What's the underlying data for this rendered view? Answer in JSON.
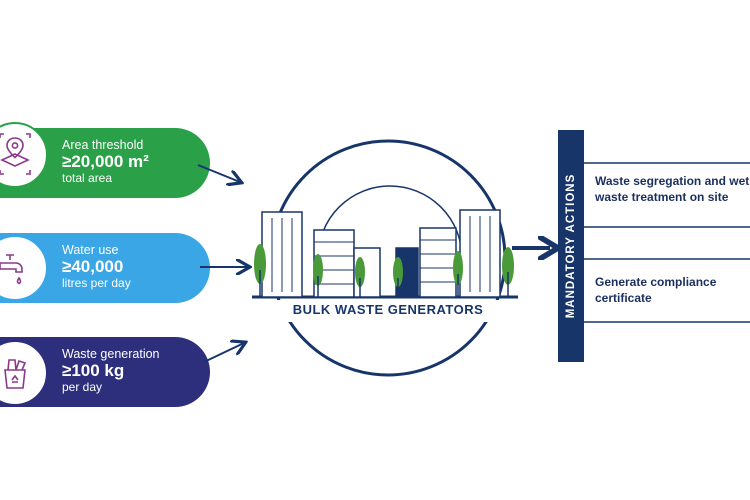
{
  "criteria": [
    {
      "label": "Area threshold",
      "value": "≥20,000 m²",
      "sub": "total area",
      "color": "#2aa148",
      "icon": "location-area-icon"
    },
    {
      "label": "Water use",
      "value": "≥40,000",
      "sub": "litres per day",
      "color": "#3aa6e6",
      "icon": "water-tap-icon"
    },
    {
      "label": "Waste generation",
      "value": "≥100 kg",
      "sub": "per day",
      "color": "#2e2f7c",
      "icon": "waste-bin-icon"
    }
  ],
  "center": {
    "label": "BULK WASTE GENERATORS"
  },
  "actions": {
    "title": "MANDATORY ACTIONS",
    "items": [
      {
        "text": "Waste segregation and wet waste treatment on site"
      },
      {
        "text": "Generate compliance certificate"
      }
    ]
  },
  "colors": {
    "navy": "#18356a",
    "green": "#2aa148",
    "blue": "#3aa6e6",
    "purple": "#2e2f7c"
  }
}
